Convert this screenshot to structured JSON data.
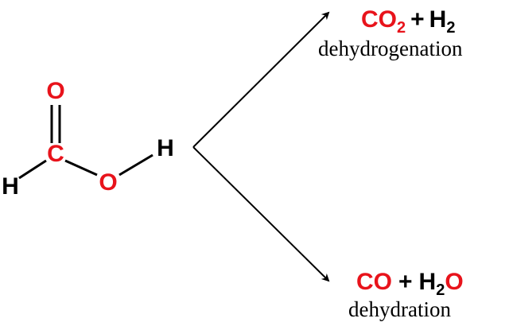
{
  "molecule": {
    "atoms": {
      "o_top": "O",
      "c": "C",
      "o_right": "O",
      "h_left": "H",
      "h_right": "H"
    },
    "colors": {
      "heteroatom": "#e8131b",
      "default": "#000000"
    }
  },
  "top_product": {
    "co2": {
      "base": "CO",
      "sub": "2"
    },
    "plus": "+",
    "h2": {
      "base": "H",
      "sub": "2"
    },
    "label": "dehydrogenation"
  },
  "bottom_product": {
    "co": "CO",
    "plus": "+",
    "h2o": {
      "h": "H",
      "sub": "2",
      "o": "O"
    },
    "label": "dehydration"
  }
}
